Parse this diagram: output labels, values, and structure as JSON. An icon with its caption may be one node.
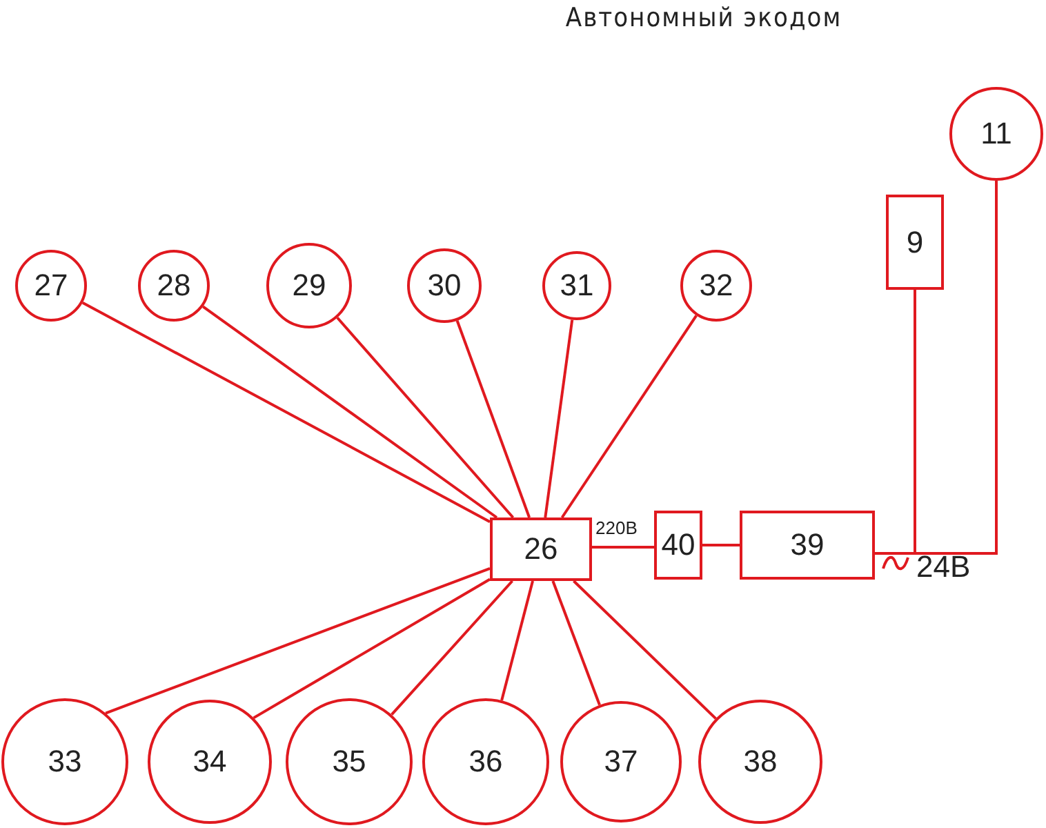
{
  "diagram": {
    "title": "Автономный экодом",
    "nodes": [
      {
        "text": [
          "26"
        ]
      },
      {
        "text": [
          "40"
        ]
      },
      {
        "text": [
          "39"
        ]
      },
      {
        "text": [
          "9"
        ]
      },
      {
        "text": [
          "11"
        ]
      },
      {
        "text": [
          "27"
        ]
      },
      {
        "text": [
          "28"
        ]
      },
      {
        "text": [
          "29"
        ]
      },
      {
        "text": [
          "30"
        ]
      },
      {
        "text": [
          "31"
        ]
      },
      {
        "text": [
          "32"
        ]
      },
      {
        "text": [
          "33"
        ]
      },
      {
        "text": [
          "34"
        ]
      },
      {
        "text": [
          "35"
        ]
      },
      {
        "text": [
          "36"
        ]
      },
      {
        "text": [
          "37"
        ]
      },
      {
        "text": [
          "38"
        ]
      }
    ],
    "edges": [
      {
        "from": 5,
        "to": 0,
        "arrow": "none"
      },
      {
        "from": 6,
        "to": 0,
        "arrow": "none"
      },
      {
        "from": 7,
        "to": 0,
        "arrow": "none"
      },
      {
        "from": 8,
        "to": 0,
        "arrow": "none"
      },
      {
        "from": 9,
        "to": 0,
        "arrow": "none"
      },
      {
        "from": 10,
        "to": 0,
        "arrow": "none"
      },
      {
        "from": 0,
        "to": 1,
        "arrow": "none",
        "label": "220В"
      },
      {
        "from": 1,
        "to": 2,
        "arrow": "none"
      },
      {
        "from": 2,
        "to": 3,
        "arrow": "none"
      },
      {
        "from": 2,
        "to": 4,
        "arrow": "none"
      },
      {
        "from": 0,
        "to": 11,
        "arrow": "none"
      },
      {
        "from": 0,
        "to": 12,
        "arrow": "none"
      },
      {
        "from": 0,
        "to": 13,
        "arrow": "none"
      },
      {
        "from": 0,
        "to": 14,
        "arrow": "none"
      },
      {
        "from": 0,
        "to": 15,
        "arrow": "none"
      },
      {
        "from": 0,
        "to": 16,
        "arrow": "none"
      }
    ],
    "labels": [
      "24В"
    ]
  }
}
